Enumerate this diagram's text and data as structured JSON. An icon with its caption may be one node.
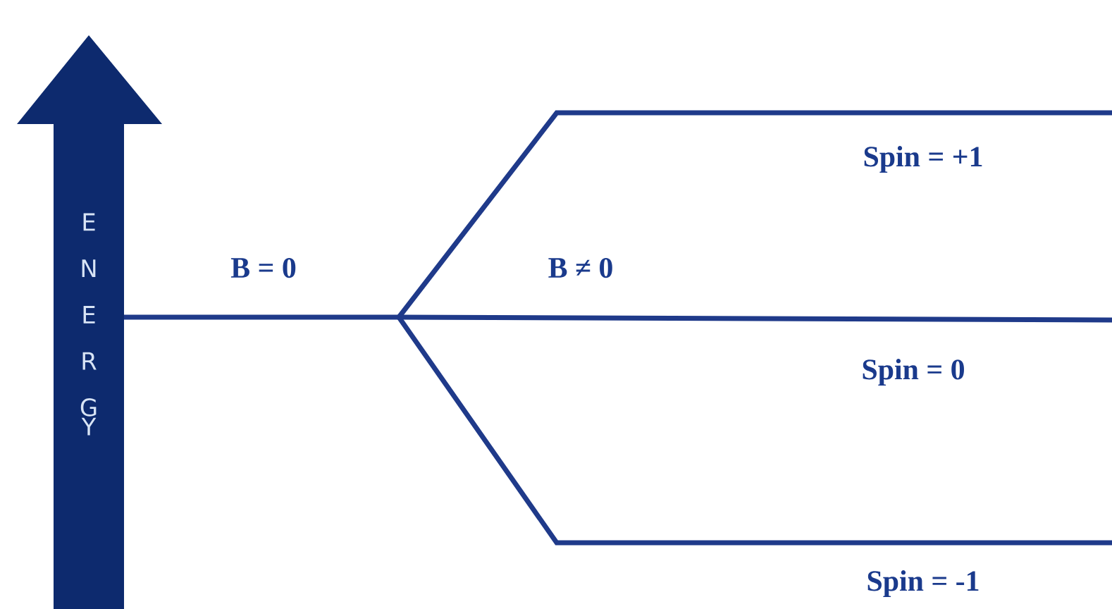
{
  "diagram": {
    "labels": [
      "ENERGY",
      "B = 0",
      "B ≠ 0",
      "Spin = +1",
      "Spin = 0",
      "Spin = -1"
    ]
  }
}
